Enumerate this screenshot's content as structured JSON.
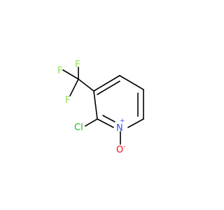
{
  "molecule": {
    "atoms": {
      "F1": {
        "text": "F"
      },
      "F2": {
        "text": "F"
      },
      "F3": {
        "text": "F"
      },
      "Cl": {
        "text": "Cl"
      },
      "N": {
        "text": "N",
        "charge": "+"
      },
      "O": {
        "text": "O",
        "charge": "-"
      }
    },
    "colors": {
      "bond": "#000000",
      "F": "#90e050",
      "Cl": "#1fbf1f",
      "N": "#3050f8",
      "O": "#ff0d0d"
    }
  }
}
